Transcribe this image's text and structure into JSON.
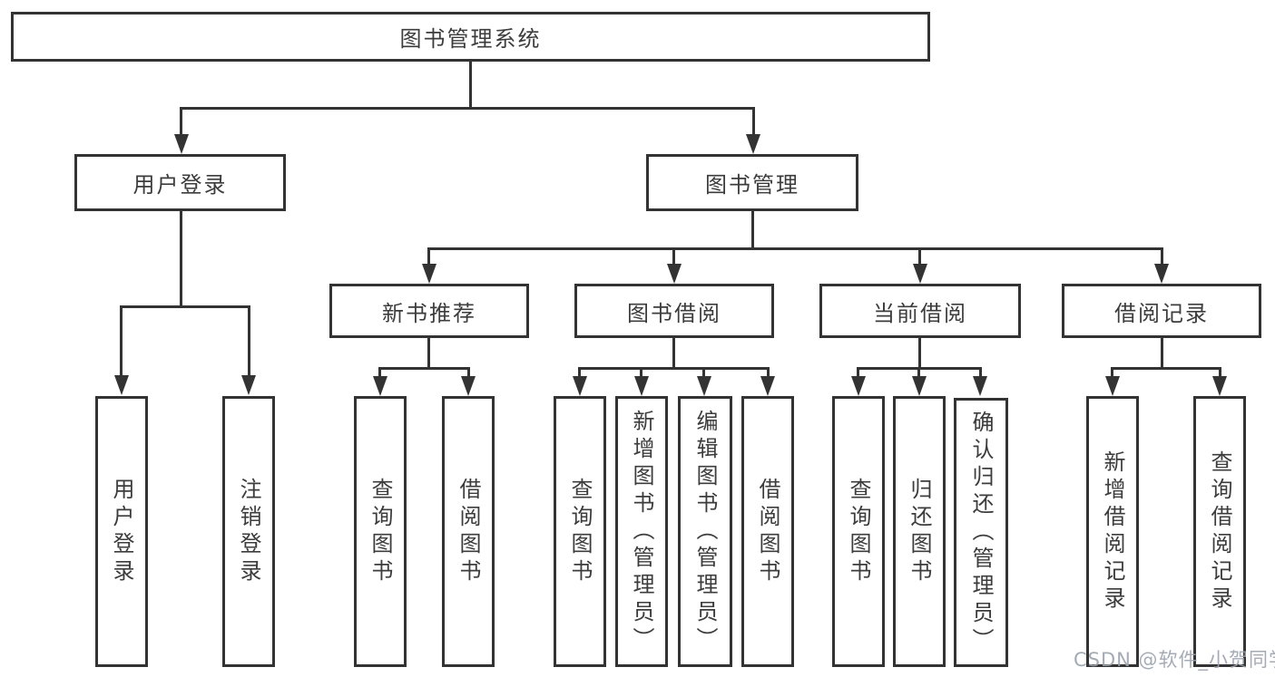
{
  "root": {
    "label": "图书管理系统"
  },
  "branches": {
    "login": {
      "label": "用户登录",
      "leaves": [
        {
          "label": "用户登录"
        },
        {
          "label": "注销登录"
        }
      ]
    },
    "mgmt": {
      "label": "图书管理"
    }
  },
  "sections": [
    {
      "label": "新书推荐",
      "leaves": [
        {
          "label": "查询图书"
        },
        {
          "label": "借阅图书"
        }
      ]
    },
    {
      "label": "图书借阅",
      "leaves": [
        {
          "label": "查询图书"
        },
        {
          "label": "新增图书（管理员）"
        },
        {
          "label": "编辑图书（管理员）"
        },
        {
          "label": "借阅图书"
        }
      ]
    },
    {
      "label": "当前借阅",
      "leaves": [
        {
          "label": "查询图书"
        },
        {
          "label": "归还图书"
        },
        {
          "label": "确认归还（管理员）"
        }
      ]
    },
    {
      "label": "借阅记录",
      "leaves": [
        {
          "label": "新增借阅记录"
        },
        {
          "label": "查询借阅记录"
        }
      ]
    }
  ],
  "watermark": {
    "text": "CSDN @软件_小贺同学"
  },
  "colors": {
    "line": "#333333",
    "text": "#3c3c3c",
    "watermark": "#9ba3ad",
    "background": "#ffffff"
  }
}
